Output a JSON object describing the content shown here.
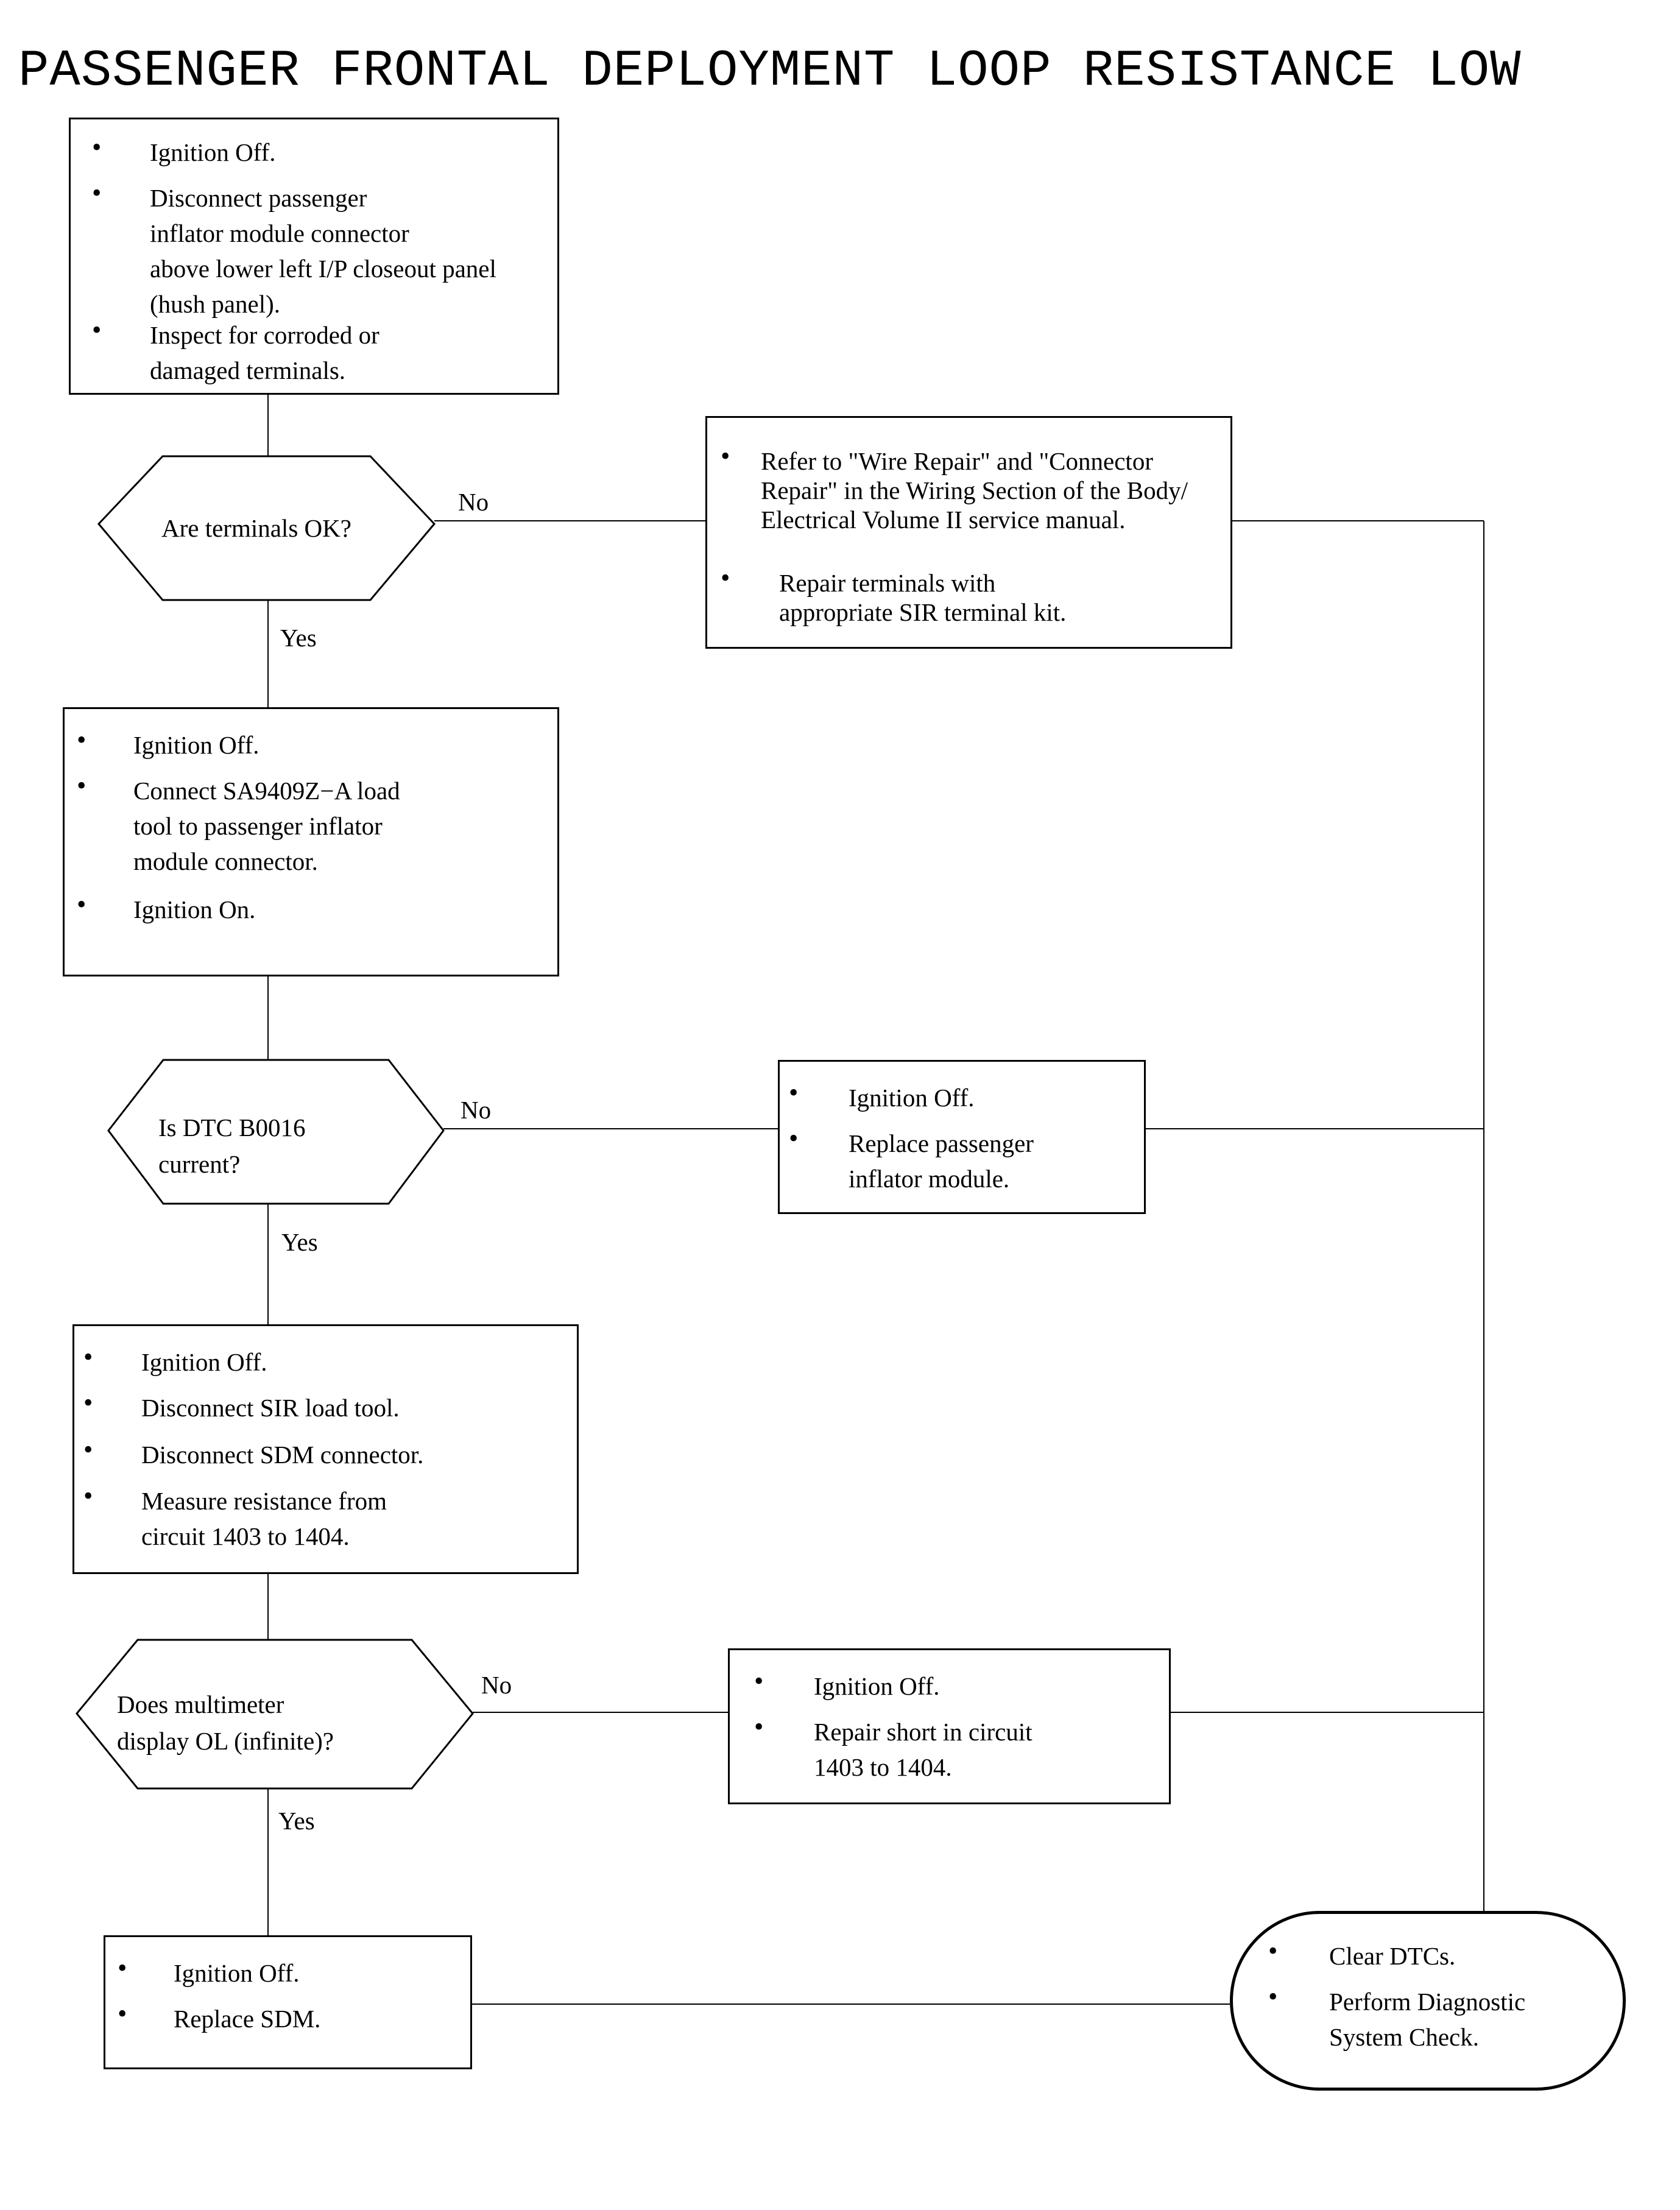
{
  "title": "PASSENGER FRONTAL DEPLOYMENT LOOP RESISTANCE LOW",
  "steps": {
    "step1": {
      "items": [
        [
          "Ignition Off."
        ],
        [
          "Disconnect passenger",
          "inflator module connector",
          "above lower left I/P closeout panel",
          "(hush panel)."
        ],
        [
          "Inspect for corroded or",
          "damaged terminals."
        ]
      ]
    },
    "repair_terminals": {
      "items": [
        [
          "Refer to \"Wire Repair\" and \"Connector",
          "Repair\" in the Wiring Section of the Body/",
          "Electrical Volume II service manual."
        ],
        [
          "Repair terminals with",
          "appropriate SIR terminal kit."
        ]
      ]
    },
    "step2": {
      "items": [
        [
          "Ignition Off."
        ],
        [
          "Connect SA9409Z−A load",
          "tool to passenger inflator",
          "module connector."
        ],
        [
          "Ignition On."
        ]
      ]
    },
    "replace_module": {
      "items": [
        [
          "Ignition Off."
        ],
        [
          "Replace passenger",
          "inflator module."
        ]
      ]
    },
    "step3": {
      "items": [
        [
          "Ignition Off."
        ],
        [
          "Disconnect SIR load tool."
        ],
        [
          "Disconnect SDM connector."
        ],
        [
          "Measure resistance from",
          "circuit 1403 to 1404."
        ]
      ]
    },
    "repair_short": {
      "items": [
        [
          "Ignition Off."
        ],
        [
          "Repair short in circuit",
          "1403 to 1404."
        ]
      ]
    },
    "replace_sdm": {
      "items": [
        [
          "Ignition Off."
        ],
        [
          "Replace SDM."
        ]
      ]
    },
    "final": {
      "items": [
        [
          "Clear DTCs."
        ],
        [
          "Perform Diagnostic",
          "System Check."
        ]
      ]
    }
  },
  "decisions": {
    "q1": {
      "lines": [
        "Are terminals OK?"
      ],
      "no": "No",
      "yes": "Yes"
    },
    "q2": {
      "lines": [
        "Is DTC B0016",
        "current?"
      ],
      "no": "No",
      "yes": "Yes"
    },
    "q3": {
      "lines": [
        "Does multimeter",
        "display OL (infinite)?"
      ],
      "no": "No",
      "yes": "Yes"
    }
  },
  "bullet_glyph": "•"
}
